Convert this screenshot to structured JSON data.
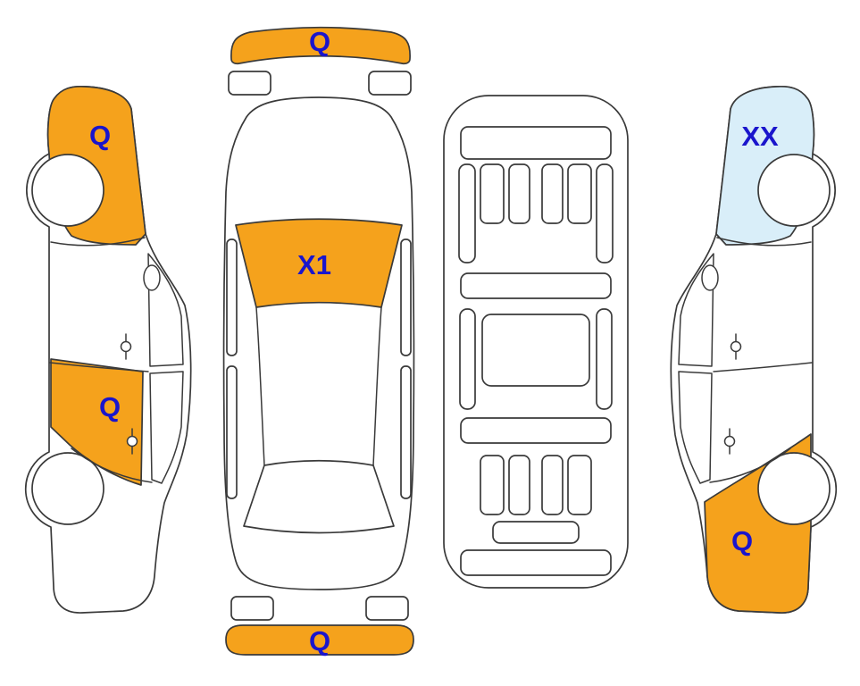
{
  "palette": {
    "damage_fill": "#F5A21C",
    "highlight_fill": "#D9EEF9",
    "label_color": "#1A15CC",
    "outline": "#3A3A3A",
    "background": "#FFFFFF"
  },
  "markers": {
    "left_front_fender": "Q",
    "left_rear_door": "Q",
    "front_bumper": "Q",
    "windshield": "X1",
    "rear_bumper": "Q",
    "right_front_fender": "XX",
    "right_rear_quarter": "Q"
  }
}
